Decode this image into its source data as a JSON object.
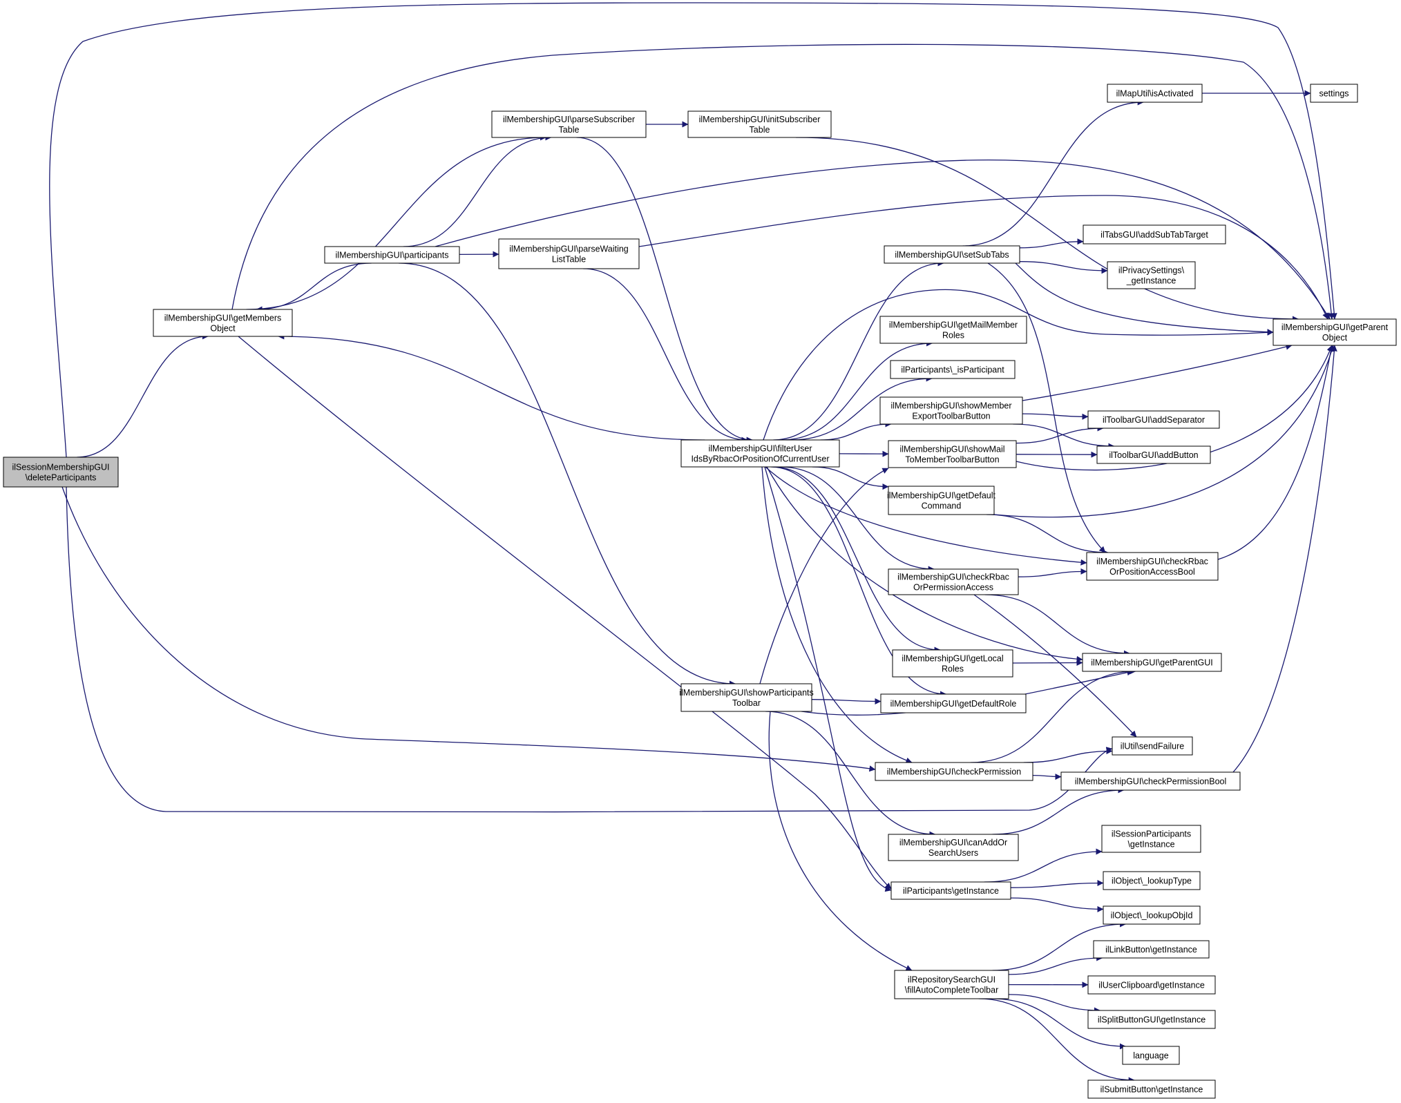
{
  "colors": {
    "edge": "#191970",
    "node_border": "#000000",
    "node_fill": "#ffffff",
    "root_fill": "#bfbfbf"
  },
  "nodes": [
    {
      "id": "n_root",
      "lines": [
        "ilSessionMembershipGUI",
        "\\deleteParticipants"
      ],
      "root": true
    },
    {
      "id": "n_getMembers",
      "lines": [
        "ilMembershipGUI\\getMembers",
        "Object"
      ]
    },
    {
      "id": "n_participants",
      "lines": [
        "ilMembershipGUI\\participants"
      ]
    },
    {
      "id": "n_parseSub",
      "lines": [
        "ilMembershipGUI\\parseSubscriber",
        "Table"
      ]
    },
    {
      "id": "n_initSub",
      "lines": [
        "ilMembershipGUI\\initSubscriber",
        "Table"
      ]
    },
    {
      "id": "n_parseWait",
      "lines": [
        "ilMembershipGUI\\parseWaiting",
        "ListTable"
      ]
    },
    {
      "id": "n_filterUser",
      "lines": [
        "ilMembershipGUI\\filterUser",
        "IdsByRbacOrPositionOfCurrentUser"
      ]
    },
    {
      "id": "n_showPartTb",
      "lines": [
        "ilMembershipGUI\\showParticipants",
        "Toolbar"
      ]
    },
    {
      "id": "n_mapUtil",
      "lines": [
        "ilMapUtil\\isActivated"
      ]
    },
    {
      "id": "n_settings",
      "lines": [
        "settings"
      ]
    },
    {
      "id": "n_setSubTabs",
      "lines": [
        "ilMembershipGUI\\setSubTabs"
      ]
    },
    {
      "id": "n_addSubTab",
      "lines": [
        "ilTabsGUI\\addSubTabTarget"
      ]
    },
    {
      "id": "n_privacy",
      "lines": [
        "ilPrivacySettings\\",
        "_getInstance"
      ]
    },
    {
      "id": "n_getParentObj",
      "lines": [
        "ilMembershipGUI\\getParent",
        "Object"
      ]
    },
    {
      "id": "n_getMailRoles",
      "lines": [
        "ilMembershipGUI\\getMailMember",
        "Roles"
      ]
    },
    {
      "id": "n_isParticipant",
      "lines": [
        "ilParticipants\\_isParticipant"
      ]
    },
    {
      "id": "n_showExport",
      "lines": [
        "ilMembershipGUI\\showMember",
        "ExportToolbarButton"
      ]
    },
    {
      "id": "n_addSeparator",
      "lines": [
        "ilToolbarGUI\\addSeparator"
      ]
    },
    {
      "id": "n_showMail",
      "lines": [
        "ilMembershipGUI\\showMail",
        "ToMemberToolbarButton"
      ]
    },
    {
      "id": "n_addButton",
      "lines": [
        "ilToolbarGUI\\addButton"
      ]
    },
    {
      "id": "n_getDefaultCmd",
      "lines": [
        "ilMembershipGUI\\getDefault",
        "Command"
      ]
    },
    {
      "id": "n_checkRbacPos",
      "lines": [
        "ilMembershipGUI\\checkRbac",
        "OrPositionAccessBool"
      ]
    },
    {
      "id": "n_checkRbacPerm",
      "lines": [
        "ilMembershipGUI\\checkRbac",
        "OrPermissionAccess"
      ]
    },
    {
      "id": "n_getLocalRoles",
      "lines": [
        "ilMembershipGUI\\getLocal",
        "Roles"
      ]
    },
    {
      "id": "n_getParentGUI",
      "lines": [
        "ilMembershipGUI\\getParentGUI"
      ]
    },
    {
      "id": "n_getDefaultRole",
      "lines": [
        "ilMembershipGUI\\getDefaultRole"
      ]
    },
    {
      "id": "n_sendFailure",
      "lines": [
        "ilUtil\\sendFailure"
      ]
    },
    {
      "id": "n_checkPerm",
      "lines": [
        "ilMembershipGUI\\checkPermission"
      ]
    },
    {
      "id": "n_checkPermBool",
      "lines": [
        "ilMembershipGUI\\checkPermissionBool"
      ]
    },
    {
      "id": "n_canAdd",
      "lines": [
        "ilMembershipGUI\\canAddOr",
        "SearchUsers"
      ]
    },
    {
      "id": "n_sessPart",
      "lines": [
        "ilSessionParticipants",
        "\\getInstance"
      ]
    },
    {
      "id": "n_partGetInst",
      "lines": [
        "ilParticipants\\getInstance"
      ]
    },
    {
      "id": "n_lookupType",
      "lines": [
        "ilObject\\_lookupType"
      ]
    },
    {
      "id": "n_lookupObjId",
      "lines": [
        "ilObject\\_lookupObjId"
      ]
    },
    {
      "id": "n_linkButton",
      "lines": [
        "ilLinkButton\\getInstance"
      ]
    },
    {
      "id": "n_repoSearch",
      "lines": [
        "ilRepositorySearchGUI",
        "\\fillAutoCompleteToolbar"
      ]
    },
    {
      "id": "n_userClip",
      "lines": [
        "ilUserClipboard\\getInstance"
      ]
    },
    {
      "id": "n_splitButton",
      "lines": [
        "ilSplitButtonGUI\\getInstance"
      ]
    },
    {
      "id": "n_language",
      "lines": [
        "language"
      ]
    },
    {
      "id": "n_submitButton",
      "lines": [
        "ilSubmitButton\\getInstance"
      ]
    }
  ],
  "edges": [
    [
      "n_root",
      "n_getMembers"
    ],
    [
      "n_root",
      "n_getParentObj"
    ],
    [
      "n_root",
      "n_checkPerm"
    ],
    [
      "n_root",
      "n_sendFailure"
    ],
    [
      "n_getMembers",
      "n_parseSub"
    ],
    [
      "n_getMembers",
      "n_getParentObj"
    ],
    [
      "n_getMembers",
      "n_partGetInst"
    ],
    [
      "n_participants",
      "n_getMembers"
    ],
    [
      "n_participants",
      "n_parseSub"
    ],
    [
      "n_participants",
      "n_parseWait"
    ],
    [
      "n_participants",
      "n_getParentObj"
    ],
    [
      "n_participants",
      "n_showPartTb"
    ],
    [
      "n_parseSub",
      "n_initSub"
    ],
    [
      "n_parseSub",
      "n_filterUser"
    ],
    [
      "n_initSub",
      "n_getParentObj"
    ],
    [
      "n_parseWait",
      "n_filterUser"
    ],
    [
      "n_parseWait",
      "n_getParentObj"
    ],
    [
      "n_filterUser",
      "n_getMembers"
    ],
    [
      "n_filterUser",
      "n_setSubTabs"
    ],
    [
      "n_filterUser",
      "n_getParentObj"
    ],
    [
      "n_filterUser",
      "n_getMailRoles"
    ],
    [
      "n_filterUser",
      "n_isParticipant"
    ],
    [
      "n_filterUser",
      "n_showExport"
    ],
    [
      "n_filterUser",
      "n_showMail"
    ],
    [
      "n_filterUser",
      "n_getDefaultCmd"
    ],
    [
      "n_filterUser",
      "n_checkRbacPos"
    ],
    [
      "n_filterUser",
      "n_checkRbacPerm"
    ],
    [
      "n_filterUser",
      "n_getParentGUI"
    ],
    [
      "n_filterUser",
      "n_getLocalRoles"
    ],
    [
      "n_filterUser",
      "n_getDefaultRole"
    ],
    [
      "n_filterUser",
      "n_checkPerm"
    ],
    [
      "n_filterUser",
      "n_partGetInst"
    ],
    [
      "n_setSubTabs",
      "n_mapUtil"
    ],
    [
      "n_setSubTabs",
      "n_addSubTab"
    ],
    [
      "n_setSubTabs",
      "n_privacy"
    ],
    [
      "n_setSubTabs",
      "n_getParentObj"
    ],
    [
      "n_setSubTabs",
      "n_checkRbacPos"
    ],
    [
      "n_mapUtil",
      "n_settings"
    ],
    [
      "n_showExport",
      "n_getParentObj"
    ],
    [
      "n_showExport",
      "n_addSeparator"
    ],
    [
      "n_showExport",
      "n_addButton"
    ],
    [
      "n_showMail",
      "n_addSeparator"
    ],
    [
      "n_showMail",
      "n_addButton"
    ],
    [
      "n_showMail",
      "n_getParentObj"
    ],
    [
      "n_getDefaultCmd",
      "n_getParentObj"
    ],
    [
      "n_getDefaultCmd",
      "n_checkRbacPos"
    ],
    [
      "n_checkRbacPos",
      "n_getParentObj"
    ],
    [
      "n_checkRbacPerm",
      "n_checkRbacPos"
    ],
    [
      "n_checkRbacPerm",
      "n_getParentGUI"
    ],
    [
      "n_checkRbacPerm",
      "n_sendFailure"
    ],
    [
      "n_getLocalRoles",
      "n_getParentGUI"
    ],
    [
      "n_showPartTb",
      "n_showMail"
    ],
    [
      "n_showPartTb",
      "n_getDefaultRole"
    ],
    [
      "n_showPartTb",
      "n_getParentGUI"
    ],
    [
      "n_showPartTb",
      "n_canAdd"
    ],
    [
      "n_showPartTb",
      "n_repoSearch"
    ],
    [
      "n_checkPerm",
      "n_sendFailure"
    ],
    [
      "n_checkPerm",
      "n_getParentGUI"
    ],
    [
      "n_checkPerm",
      "n_checkPermBool"
    ],
    [
      "n_checkPermBool",
      "n_getParentObj"
    ],
    [
      "n_canAdd",
      "n_checkPermBool"
    ],
    [
      "n_partGetInst",
      "n_sessPart"
    ],
    [
      "n_partGetInst",
      "n_lookupType"
    ],
    [
      "n_partGetInst",
      "n_lookupObjId"
    ],
    [
      "n_repoSearch",
      "n_lookupObjId"
    ],
    [
      "n_repoSearch",
      "n_linkButton"
    ],
    [
      "n_repoSearch",
      "n_userClip"
    ],
    [
      "n_repoSearch",
      "n_splitButton"
    ],
    [
      "n_repoSearch",
      "n_language"
    ],
    [
      "n_repoSearch",
      "n_submitButton"
    ]
  ]
}
